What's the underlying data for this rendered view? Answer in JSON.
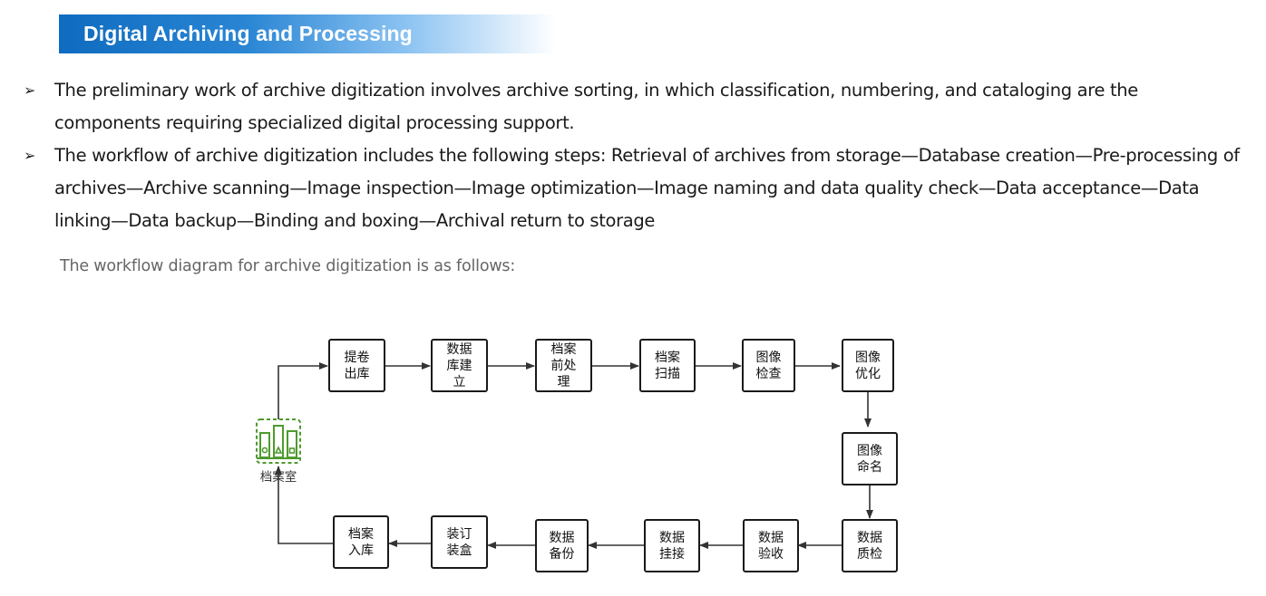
{
  "header": {
    "title": "Digital Archiving and Processing"
  },
  "bullets": [
    {
      "marker": "➢",
      "text": "The preliminary work of archive digitization involves archive sorting, in which classification, numbering, and cataloging are the components requiring specialized digital processing support."
    },
    {
      "marker": "➢",
      "text": "The workflow of archive digitization includes the following steps: Retrieval of archives from storage—Database creation—Pre-processing of archives—Archive scanning—Image inspection—Image optimization—Image naming and data quality check—Data acceptance—Data linking—Data backup—Binding and boxing—Archival return to storage"
    }
  ],
  "diagram": {
    "caption": "The workflow diagram for archive digitization is as follows:",
    "archive_room_label": "档案室",
    "archive_icon": "archive-bar-chart-icon",
    "icon_color": "#4e9a2e",
    "nodes": [
      {
        "id": "n1",
        "lines": [
          "提卷",
          "出库"
        ]
      },
      {
        "id": "n2",
        "lines": [
          "数据",
          "库建",
          "立"
        ]
      },
      {
        "id": "n3",
        "lines": [
          "档案",
          "前处",
          "理"
        ]
      },
      {
        "id": "n4",
        "lines": [
          "档案",
          "扫描"
        ]
      },
      {
        "id": "n5",
        "lines": [
          "图像",
          "检查"
        ]
      },
      {
        "id": "n6",
        "lines": [
          "图像",
          "优化"
        ]
      },
      {
        "id": "n7",
        "lines": [
          "图像",
          "命名"
        ]
      },
      {
        "id": "n8",
        "lines": [
          "数据",
          "质检"
        ]
      },
      {
        "id": "n9",
        "lines": [
          "数据",
          "验收"
        ]
      },
      {
        "id": "n10",
        "lines": [
          "数据",
          "挂接"
        ]
      },
      {
        "id": "n11",
        "lines": [
          "数据",
          "备份"
        ]
      },
      {
        "id": "n12",
        "lines": [
          "装订",
          "装盒"
        ]
      },
      {
        "id": "n13",
        "lines": [
          "档案",
          "入库"
        ]
      }
    ]
  }
}
